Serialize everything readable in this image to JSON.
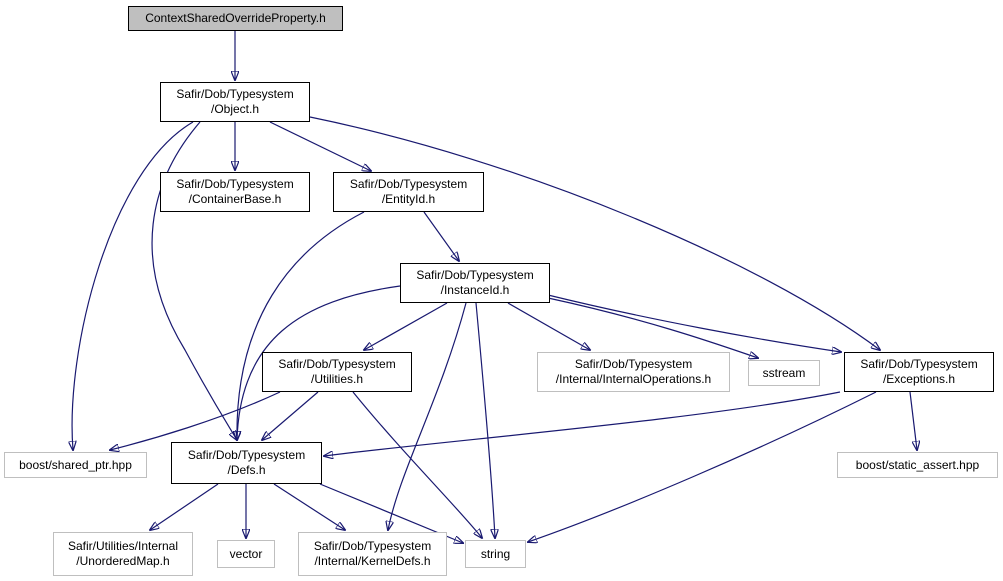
{
  "diagram": {
    "colors": {
      "edge": "#191970",
      "local_border": "#000000",
      "external_border": "#bfbfbf",
      "root_fill": "#bfbfbf"
    },
    "nodes": [
      {
        "id": "root",
        "kind": "root",
        "lines": [
          "ContextSharedOverrideProperty.h"
        ]
      },
      {
        "id": "object",
        "kind": "local",
        "lines": [
          "Safir/Dob/Typesystem",
          "/Object.h"
        ]
      },
      {
        "id": "containerbase",
        "kind": "local",
        "lines": [
          "Safir/Dob/Typesystem",
          "/ContainerBase.h"
        ]
      },
      {
        "id": "entityid",
        "kind": "local",
        "lines": [
          "Safir/Dob/Typesystem",
          "/EntityId.h"
        ]
      },
      {
        "id": "instanceid",
        "kind": "local",
        "lines": [
          "Safir/Dob/Typesystem",
          "/InstanceId.h"
        ]
      },
      {
        "id": "utilities",
        "kind": "local",
        "lines": [
          "Safir/Dob/Typesystem",
          "/Utilities.h"
        ]
      },
      {
        "id": "internalops",
        "kind": "external",
        "lines": [
          "Safir/Dob/Typesystem",
          "/Internal/InternalOperations.h"
        ]
      },
      {
        "id": "sstream",
        "kind": "external",
        "lines": [
          "sstream"
        ]
      },
      {
        "id": "exceptions",
        "kind": "local",
        "lines": [
          "Safir/Dob/Typesystem",
          "/Exceptions.h"
        ]
      },
      {
        "id": "sharedptr",
        "kind": "external",
        "lines": [
          "boost/shared_ptr.hpp"
        ]
      },
      {
        "id": "defs",
        "kind": "local",
        "lines": [
          "Safir/Dob/Typesystem",
          "/Defs.h"
        ]
      },
      {
        "id": "staticassert",
        "kind": "external",
        "lines": [
          "boost/static_assert.hpp"
        ]
      },
      {
        "id": "unorderedmap",
        "kind": "external",
        "lines": [
          "Safir/Utilities/Internal",
          "/UnorderedMap.h"
        ]
      },
      {
        "id": "vector",
        "kind": "external",
        "lines": [
          "vector"
        ]
      },
      {
        "id": "kerneldefs",
        "kind": "external",
        "lines": [
          "Safir/Dob/Typesystem",
          "/Internal/KernelDefs.h"
        ]
      },
      {
        "id": "string",
        "kind": "external",
        "lines": [
          "string"
        ]
      }
    ],
    "edges": [
      {
        "from": "root",
        "to": "object"
      },
      {
        "from": "object",
        "to": "containerbase"
      },
      {
        "from": "object",
        "to": "entityid"
      },
      {
        "from": "object",
        "to": "exceptions"
      },
      {
        "from": "object",
        "to": "sharedptr"
      },
      {
        "from": "object",
        "to": "defs"
      },
      {
        "from": "entityid",
        "to": "instanceid"
      },
      {
        "from": "entityid",
        "to": "defs"
      },
      {
        "from": "instanceid",
        "to": "utilities"
      },
      {
        "from": "instanceid",
        "to": "internalops"
      },
      {
        "from": "instanceid",
        "to": "sstream"
      },
      {
        "from": "instanceid",
        "to": "exceptions"
      },
      {
        "from": "instanceid",
        "to": "defs"
      },
      {
        "from": "instanceid",
        "to": "kerneldefs"
      },
      {
        "from": "instanceid",
        "to": "string"
      },
      {
        "from": "utilities",
        "to": "sharedptr"
      },
      {
        "from": "utilities",
        "to": "defs"
      },
      {
        "from": "utilities",
        "to": "string"
      },
      {
        "from": "exceptions",
        "to": "defs"
      },
      {
        "from": "exceptions",
        "to": "staticassert"
      },
      {
        "from": "exceptions",
        "to": "string"
      },
      {
        "from": "defs",
        "to": "unorderedmap"
      },
      {
        "from": "defs",
        "to": "vector"
      },
      {
        "from": "defs",
        "to": "kerneldefs"
      },
      {
        "from": "defs",
        "to": "string"
      }
    ]
  }
}
